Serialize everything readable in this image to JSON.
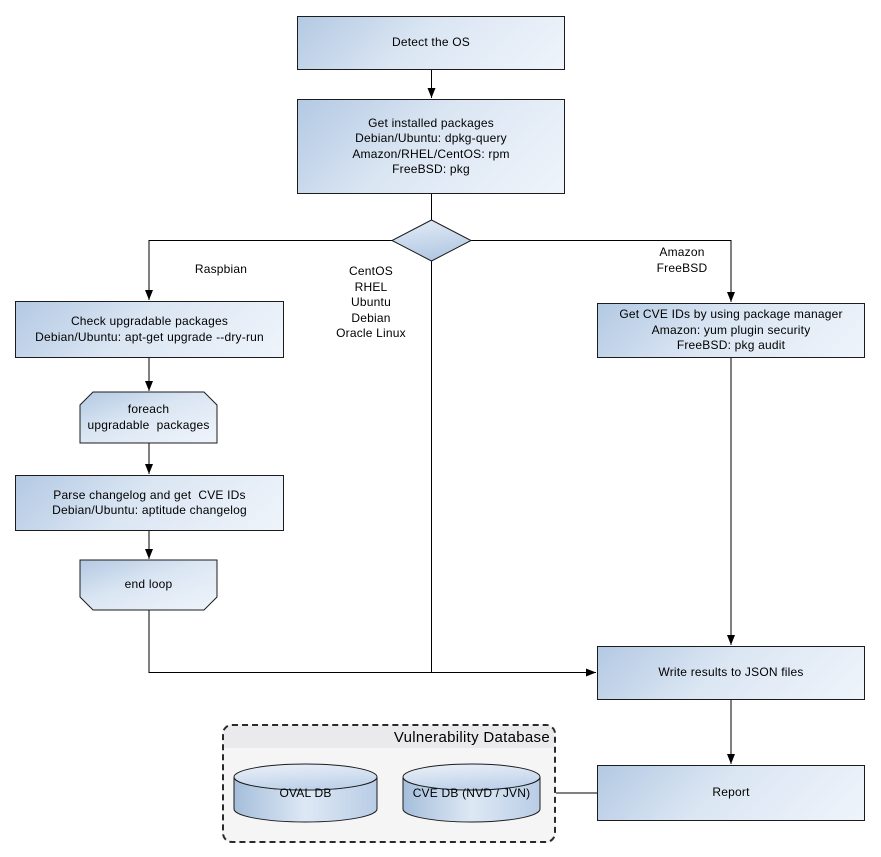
{
  "diagram": {
    "nodes": {
      "detect_os": {
        "label": "Detect the OS"
      },
      "get_installed_packages": {
        "lines": [
          "Get installed packages",
          "Debian/Ubuntu: dpkg-query",
          "Amazon/RHEL/CentOS: rpm",
          "FreeBSD: pkg"
        ]
      },
      "check_upgradable": {
        "lines": [
          "Check upgradable packages",
          "Debian/Ubuntu: apt-get upgrade --dry-run"
        ]
      },
      "foreach_loop": {
        "lines": [
          "foreach",
          "upgradable  packages"
        ]
      },
      "parse_changelog": {
        "lines": [
          "Parse changelog and get  CVE IDs",
          "Debian/Ubuntu: aptitude changelog"
        ]
      },
      "end_loop": {
        "label": "end loop"
      },
      "get_cve_ids": {
        "lines": [
          "Get CVE IDs by using package manager",
          "Amazon: yum plugin security",
          "FreeBSD: pkg audit"
        ]
      },
      "write_results": {
        "label": "Write results to JSON files"
      },
      "report": {
        "label": "Report"
      }
    },
    "branch_labels": {
      "left": "Raspbian",
      "middle": [
        "CentOS",
        "RHEL",
        "Ubuntu",
        "Debian",
        "Oracle Linux"
      ],
      "right": [
        "Amazon",
        "FreeBSD"
      ]
    },
    "database": {
      "title": "Vulnerability Database",
      "cylinders": [
        "OVAL DB",
        "CVE DB (NVD / JVN)"
      ]
    },
    "colors": {
      "node_border": "#1c1c1c",
      "node_fill_dark": "#b3c9e3",
      "node_fill_light": "#eff4fb",
      "connector_line": "#000000",
      "container_background": "#f5f5f6",
      "container_title_background": "#eaeaec"
    }
  }
}
